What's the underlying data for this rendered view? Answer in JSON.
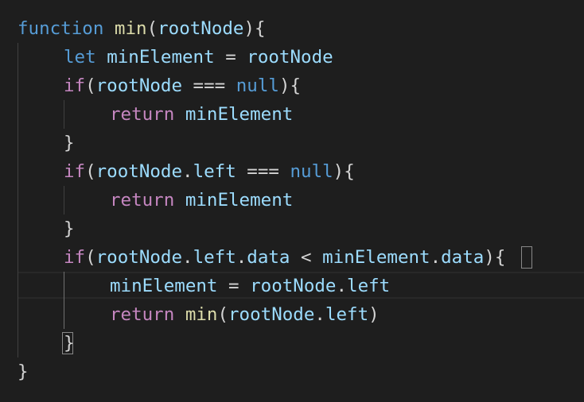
{
  "editor": {
    "colors": {
      "background": "#1e1e1e",
      "keyword_storage": "#569cd6",
      "keyword_control": "#c586c0",
      "function": "#dcdcaa",
      "variable": "#9cdcfe",
      "default_text": "#d4d4d4"
    },
    "lines": [
      {
        "indent": 0,
        "tokens": [
          {
            "text": "function",
            "kind": "kw-blue"
          },
          {
            "text": " ",
            "kind": "op"
          },
          {
            "text": "min",
            "kind": "fn"
          },
          {
            "text": "(",
            "kind": "punc"
          },
          {
            "text": "rootNode",
            "kind": "var"
          },
          {
            "text": "){",
            "kind": "punc"
          }
        ]
      },
      {
        "indent": 1,
        "tokens": [
          {
            "text": "let",
            "kind": "kw-blue"
          },
          {
            "text": " ",
            "kind": "op"
          },
          {
            "text": "minElement",
            "kind": "var"
          },
          {
            "text": " = ",
            "kind": "op"
          },
          {
            "text": "rootNode",
            "kind": "var"
          }
        ]
      },
      {
        "indent": 1,
        "tokens": [
          {
            "text": "if",
            "kind": "kw-pink"
          },
          {
            "text": "(",
            "kind": "punc"
          },
          {
            "text": "rootNode",
            "kind": "var"
          },
          {
            "text": " === ",
            "kind": "op"
          },
          {
            "text": "null",
            "kind": "kw-blue"
          },
          {
            "text": "){",
            "kind": "punc"
          }
        ]
      },
      {
        "indent": 2,
        "tokens": [
          {
            "text": "return",
            "kind": "kw-pink"
          },
          {
            "text": " ",
            "kind": "op"
          },
          {
            "text": "minElement",
            "kind": "var"
          }
        ]
      },
      {
        "indent": 1,
        "tokens": [
          {
            "text": "}",
            "kind": "punc"
          }
        ]
      },
      {
        "indent": 1,
        "tokens": [
          {
            "text": "if",
            "kind": "kw-pink"
          },
          {
            "text": "(",
            "kind": "punc"
          },
          {
            "text": "rootNode",
            "kind": "var"
          },
          {
            "text": ".",
            "kind": "op"
          },
          {
            "text": "left",
            "kind": "var"
          },
          {
            "text": " === ",
            "kind": "op"
          },
          {
            "text": "null",
            "kind": "kw-blue"
          },
          {
            "text": "){",
            "kind": "punc"
          }
        ]
      },
      {
        "indent": 2,
        "tokens": [
          {
            "text": "return",
            "kind": "kw-pink"
          },
          {
            "text": " ",
            "kind": "op"
          },
          {
            "text": "minElement",
            "kind": "var"
          }
        ]
      },
      {
        "indent": 1,
        "tokens": [
          {
            "text": "}",
            "kind": "punc"
          }
        ]
      },
      {
        "indent": 1,
        "tokens": [
          {
            "text": "if",
            "kind": "kw-pink"
          },
          {
            "text": "(",
            "kind": "punc"
          },
          {
            "text": "rootNode",
            "kind": "var"
          },
          {
            "text": ".",
            "kind": "op"
          },
          {
            "text": "left",
            "kind": "var"
          },
          {
            "text": ".",
            "kind": "op"
          },
          {
            "text": "data",
            "kind": "var"
          },
          {
            "text": " < ",
            "kind": "op"
          },
          {
            "text": "minElement",
            "kind": "var"
          },
          {
            "text": ".",
            "kind": "op"
          },
          {
            "text": "data",
            "kind": "var"
          },
          {
            "text": "){",
            "kind": "punc"
          }
        ]
      },
      {
        "indent": 2,
        "tokens": [
          {
            "text": "minElement",
            "kind": "var"
          },
          {
            "text": " = ",
            "kind": "op"
          },
          {
            "text": "rootNode",
            "kind": "var"
          },
          {
            "text": ".",
            "kind": "op"
          },
          {
            "text": "left",
            "kind": "var"
          }
        ]
      },
      {
        "indent": 2,
        "tokens": [
          {
            "text": "return",
            "kind": "kw-pink"
          },
          {
            "text": " ",
            "kind": "op"
          },
          {
            "text": "min",
            "kind": "fn"
          },
          {
            "text": "(",
            "kind": "punc"
          },
          {
            "text": "rootNode",
            "kind": "var"
          },
          {
            "text": ".",
            "kind": "op"
          },
          {
            "text": "left",
            "kind": "var"
          },
          {
            "text": ")",
            "kind": "punc"
          }
        ]
      },
      {
        "indent": 1,
        "tokens": [
          {
            "text": "}",
            "kind": "punc"
          }
        ]
      },
      {
        "indent": 0,
        "tokens": [
          {
            "text": "}",
            "kind": "punc"
          }
        ]
      }
    ]
  }
}
